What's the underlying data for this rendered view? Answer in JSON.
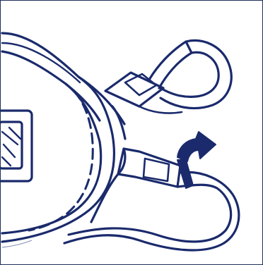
{
  "figure": {
    "ink_color": "#1a2a6c",
    "frame_color": "#1f2f5c",
    "background_color": "#ffffff",
    "arrow_direction": "clockwise-up-right",
    "parts": [
      "mask-shell",
      "filter-valve",
      "nose-seam-dashed",
      "upper-buckle",
      "upper-strap-loop",
      "lower-buckle",
      "lower-strap-loop",
      "tighten-arrow"
    ]
  }
}
